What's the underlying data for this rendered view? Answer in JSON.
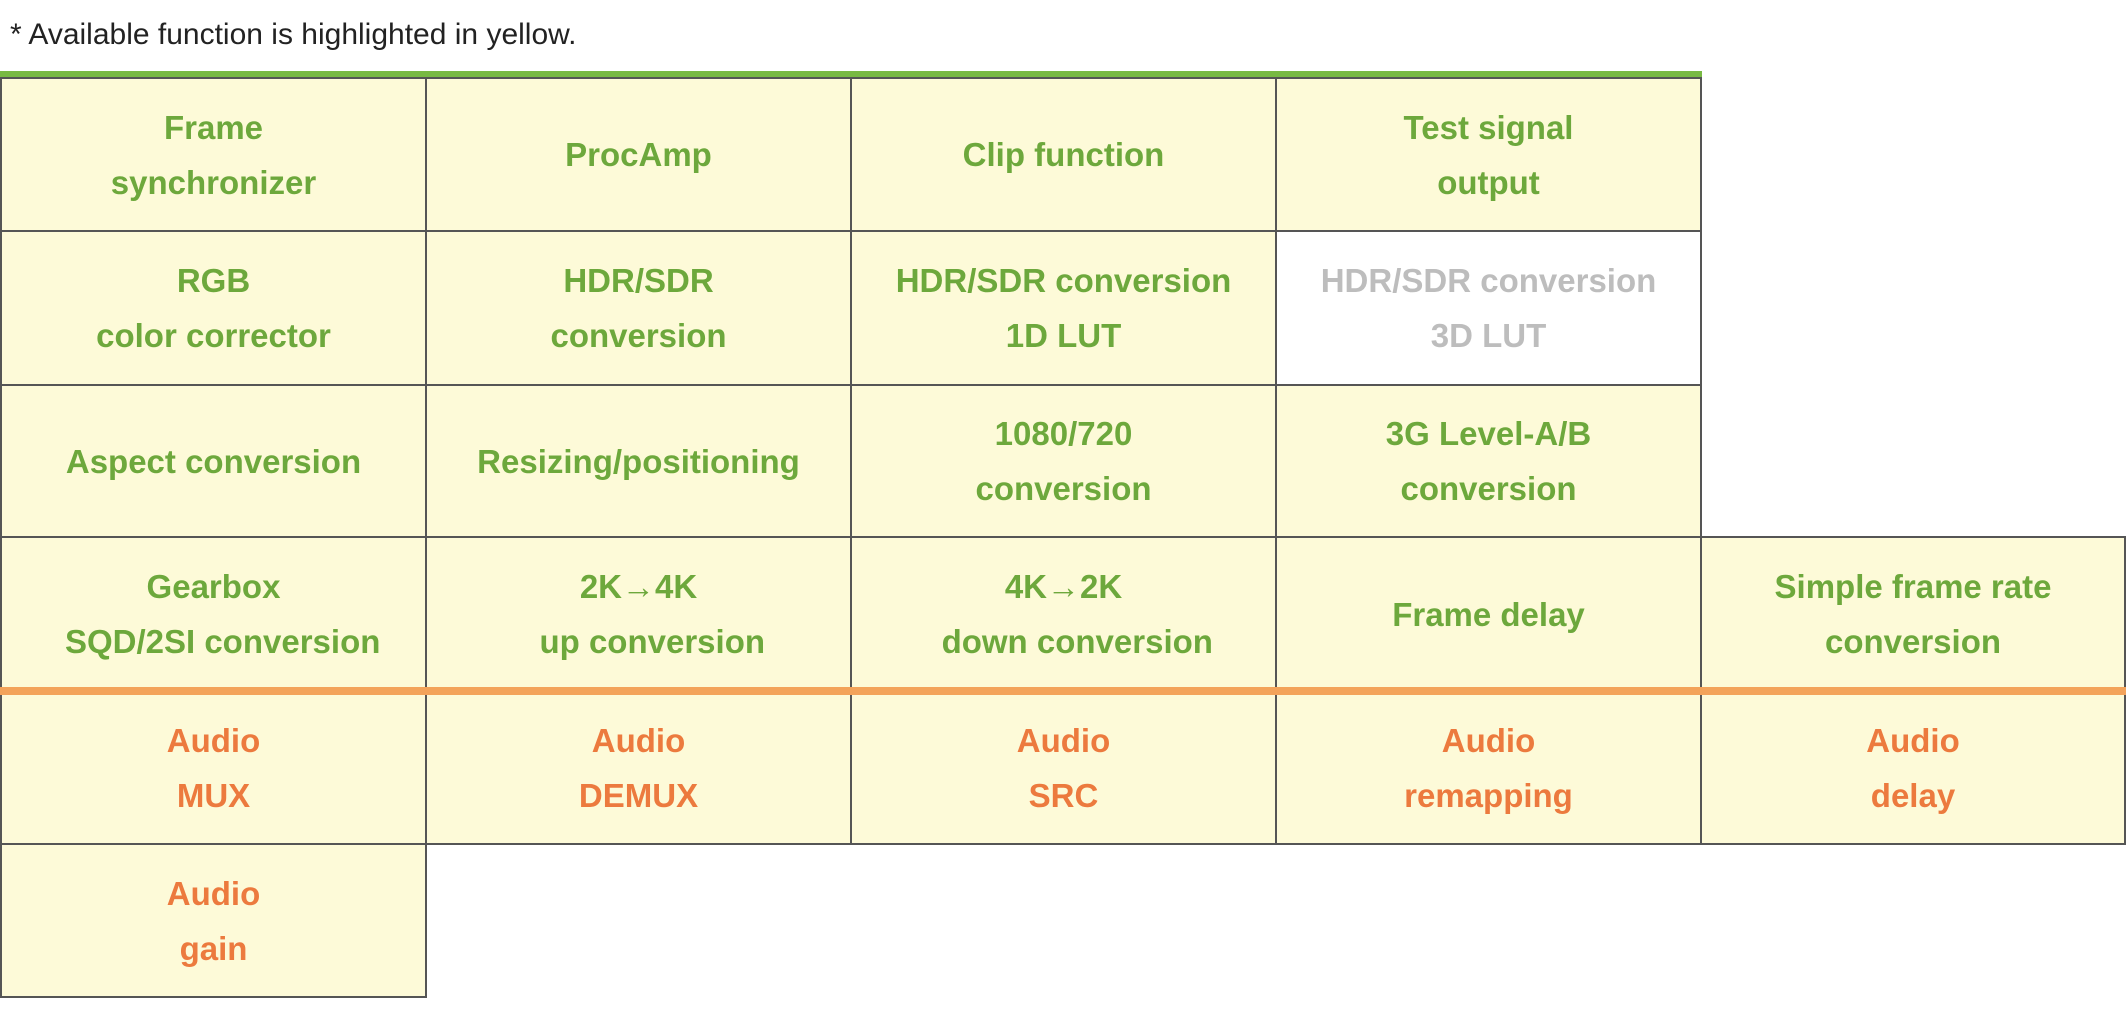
{
  "note": "* Available function is highlighted in yellow.",
  "colors": {
    "available_bg": "#fdfad8",
    "video_text": "#6da83c",
    "audio_text": "#ec7a3e",
    "unavailable_text": "#bdbdbd",
    "video_rule": "#78b943",
    "audio_rule": "#f3a35a"
  },
  "video_functions": [
    {
      "line1": "Frame",
      "line2": "synchronizer",
      "available": true
    },
    {
      "line1": "ProcAmp",
      "line2": "",
      "available": true
    },
    {
      "line1": "Clip function",
      "line2": "",
      "available": true
    },
    {
      "line1": "Test signal",
      "line2": "output",
      "available": true
    },
    {
      "line1": "RGB",
      "line2": "color corrector",
      "available": true
    },
    {
      "line1": "HDR/SDR",
      "line2": "conversion",
      "available": true
    },
    {
      "line1": "HDR/SDR conversion",
      "line2": "1D LUT",
      "available": true
    },
    {
      "line1": "HDR/SDR conversion",
      "line2": "3D LUT",
      "available": false
    },
    {
      "line1": "Aspect conversion",
      "line2": "",
      "available": true
    },
    {
      "line1": "Resizing/positioning",
      "line2": "",
      "available": true
    },
    {
      "line1": "1080/720",
      "line2": "conversion",
      "available": true
    },
    {
      "line1": "3G Level-A/B",
      "line2": "conversion",
      "available": true
    },
    {
      "line1": "Gearbox",
      "line2": "  SQD/2SI conversion",
      "available": true
    },
    {
      "line1": "2K→4K",
      "line2": "   up conversion",
      "available": true
    },
    {
      "line1": "4K→2K",
      "line2": "   down conversion",
      "available": true
    },
    {
      "line1": "Frame delay",
      "line2": "",
      "available": true
    },
    {
      "line1": "Simple frame rate",
      "line2": "conversion",
      "available": true
    }
  ],
  "audio_functions": [
    {
      "line1": "Audio",
      "line2": "MUX",
      "available": true
    },
    {
      "line1": "Audio",
      "line2": "DEMUX",
      "available": true
    },
    {
      "line1": "Audio",
      "line2": "SRC",
      "available": true
    },
    {
      "line1": "Audio",
      "line2": "remapping",
      "available": true
    },
    {
      "line1": "Audio",
      "line2": "delay",
      "available": true
    },
    {
      "line1": "Audio",
      "line2": "gain",
      "available": true
    }
  ]
}
